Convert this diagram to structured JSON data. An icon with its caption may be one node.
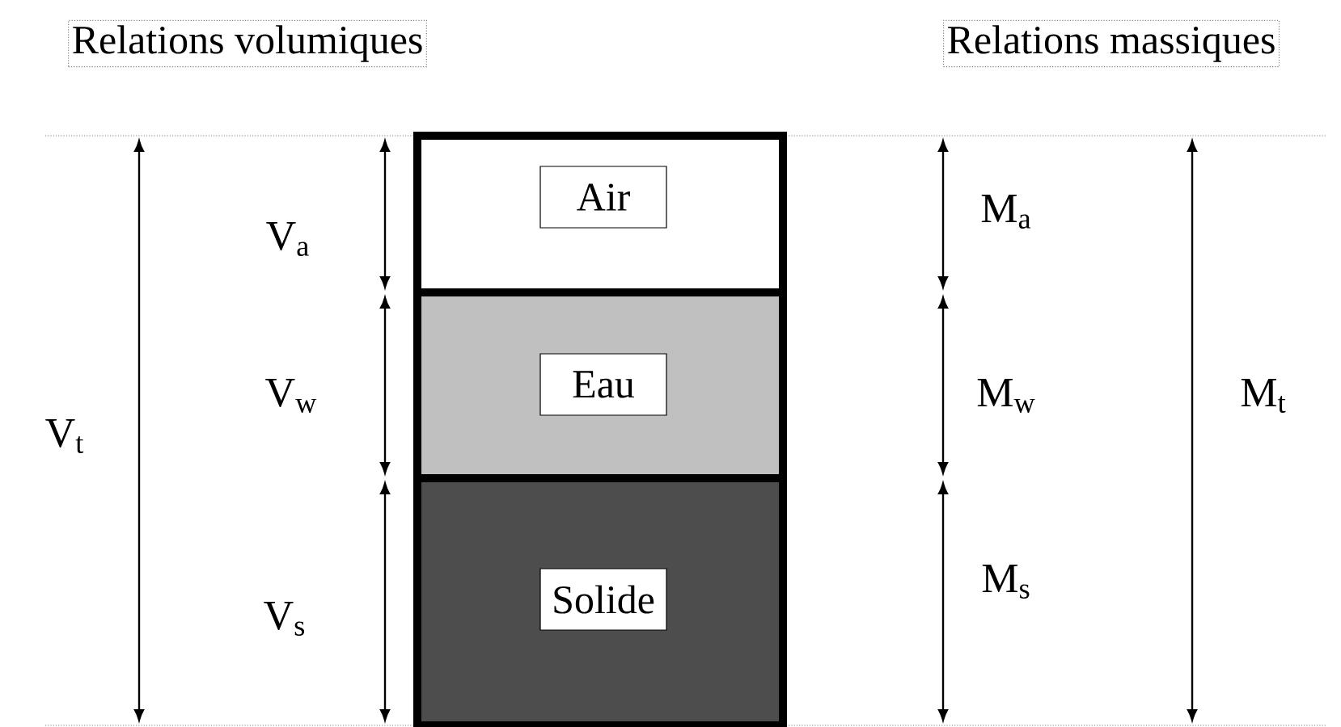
{
  "diagram": {
    "nodes": [
      {
        "text": [
          "Air"
        ]
      },
      {
        "text": [
          "Eau"
        ]
      },
      {
        "text": [
          "Solide"
        ]
      }
    ],
    "edges": [],
    "labels": [
      "Relations volumiques",
      "Relations massiques",
      "V$_{a}$",
      "M$_{a}$",
      "V$_{t}$",
      "V$_{w}$",
      "M$_{w}$",
      "M$_{t}$",
      "V$_{s}$",
      "M$_{s}$"
    ]
  }
}
